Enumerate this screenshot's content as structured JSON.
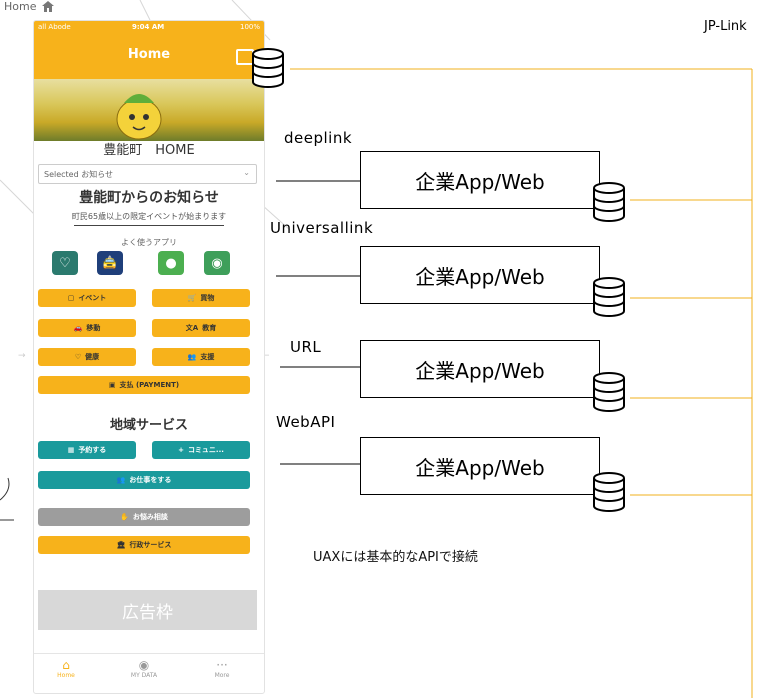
{
  "breadcrumb": {
    "label": "Home"
  },
  "phone": {
    "status_carrier": "all Abode",
    "status_time": "9:04 AM",
    "status_battery": "100%",
    "header_title": "Home",
    "home_title": "豊能町　HOME",
    "select_value": "Selected お知らせ",
    "notice_title": "豊能町からのお知らせ",
    "notice_sub": "町民65歳以上の限定イベントが始まります",
    "frequent_apps_label": "よく使うアプリ",
    "app_icons": [
      "heart-shield-icon",
      "taxi-icon",
      "pachica-app-icon",
      "map-app-icon"
    ],
    "buttons_grid": [
      {
        "label": "イベント",
        "icon": "clipboard-icon"
      },
      {
        "label": "買物",
        "icon": "cart-icon"
      },
      {
        "label": "移動",
        "icon": "car-icon"
      },
      {
        "label": "教育",
        "icon": "translate-icon"
      },
      {
        "label": "健康",
        "icon": "heart-icon"
      },
      {
        "label": "支援",
        "icon": "people-icon"
      }
    ],
    "payment_label": "支払 (PAYMENT)",
    "section_title": "地域サービス",
    "service_buttons": [
      {
        "label": "予約する",
        "icon": "calendar-icon"
      },
      {
        "label": "コミュニ...",
        "icon": "community-icon"
      }
    ],
    "job_button": "お仕事をする",
    "consult_button": "お悩み相談",
    "admin_button": "行政サービス",
    "ad_label": "広告枠",
    "tabs": [
      {
        "label": "Home",
        "icon": "home-icon"
      },
      {
        "label": "MY DATA",
        "icon": "user-icon"
      },
      {
        "label": "More",
        "icon": "more-icon"
      }
    ]
  },
  "diagram": {
    "jp_link_label": "JP-Link",
    "links": [
      {
        "label": "deeplink",
        "box": "企業App/Web"
      },
      {
        "label": "Universallink",
        "box": "企業App/Web"
      },
      {
        "label": "URL",
        "box": "企業App/Web"
      },
      {
        "label": "WebAPI",
        "box": "企業App/Web"
      }
    ],
    "footnote": "UAXには基本的なAPIで接続",
    "colors": {
      "connector": "#f2b11e",
      "phone_theme": "#f7b21b",
      "teal": "#1a9a9c"
    }
  }
}
